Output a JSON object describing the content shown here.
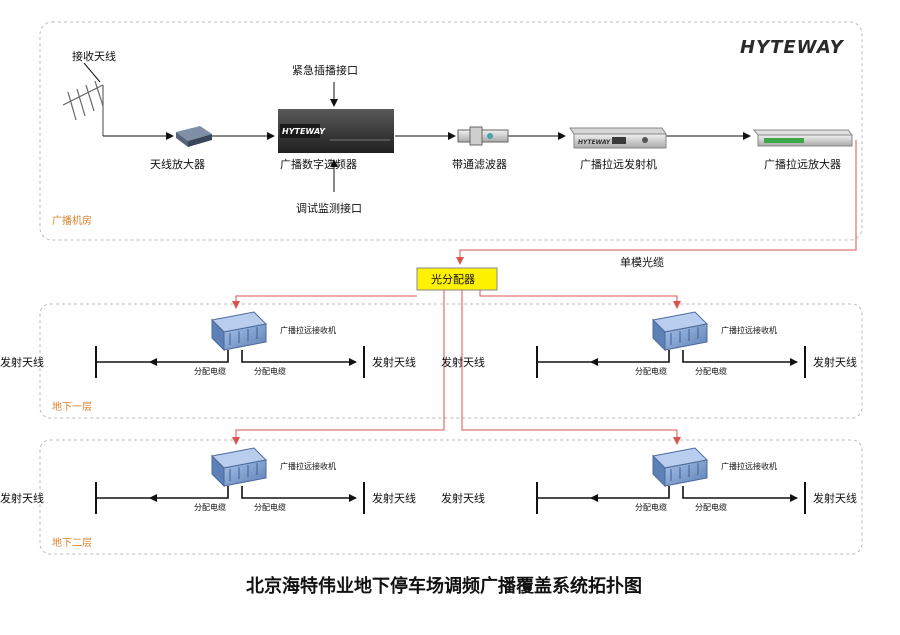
{
  "brand": "HYTEWAY",
  "title": "北京海特伟业地下停车场调频广播覆盖系统拓扑图",
  "zones": {
    "machine_room": "广播机房",
    "floor_b1": "地下一层",
    "floor_b2": "地下二层"
  },
  "head_end": {
    "receive_antenna": "接收天线",
    "antenna_amp": "天线放大器",
    "digital_selector": "广播数字选频器",
    "emergency_port": "紧急插播接口",
    "debug_port": "调试监测接口",
    "bandpass_filter": "带通滤波器",
    "transmitter": "广播拉远发射机",
    "amplifier": "广播拉远放大器"
  },
  "fiber_label": "单模光缆",
  "splitter_label": "光分配器",
  "remote_units": {
    "receiver_label": "广播拉远接收机",
    "cable_label": "分配电缆",
    "antenna_label": "发射天线"
  },
  "colors": {
    "fiber": "#d9534f",
    "zone_text": "#d9822b",
    "splitter_fill": "#fff200",
    "border": "#bbbbbb"
  }
}
